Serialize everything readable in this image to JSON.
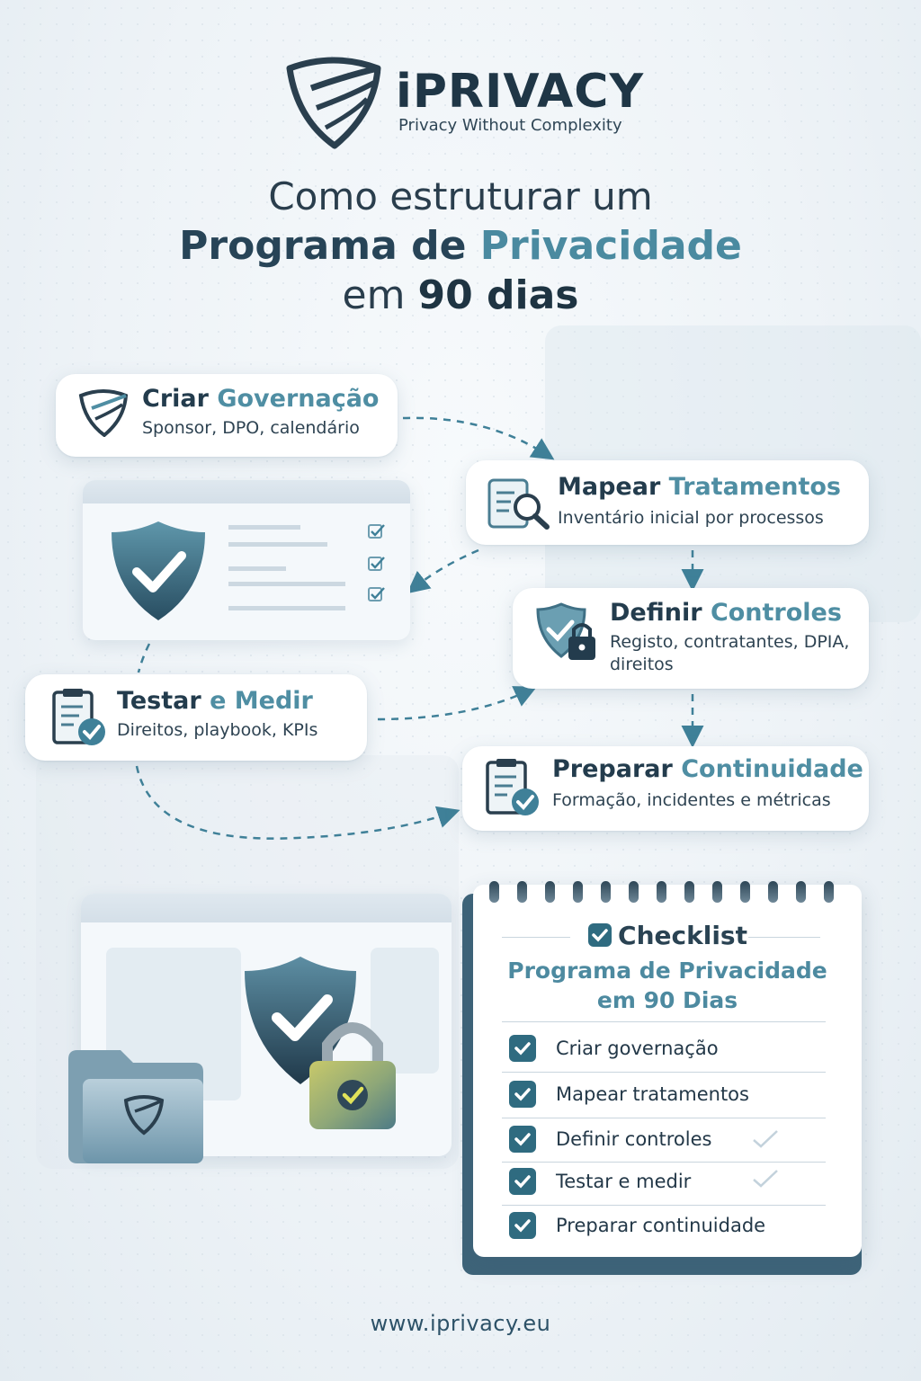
{
  "header": {
    "brand_name": "iPRIVACY",
    "tagline": "Privacy Without Complexity"
  },
  "title": {
    "line1": "Como estruturar um",
    "line2_dark": "Programa de",
    "line2_light": "Privacidade",
    "line3_prefix": "em",
    "line3_bold": "90 dias"
  },
  "steps": [
    {
      "title_dark": "Criar",
      "title_light": "Governação",
      "subtitle": "Sponsor, DPO, calendário",
      "icon": "shield-icon"
    },
    {
      "title_dark": "Mapear",
      "title_light": "Tratamentos",
      "subtitle": "Inventário inicial por processos",
      "icon": "document-search-icon"
    },
    {
      "title_dark": "Definir",
      "title_light": "Controles",
      "subtitle": "Registo, contratantes, DPIA, direitos",
      "icon": "shield-lock-icon"
    },
    {
      "title_dark": "Testar",
      "title_light": "e Medir",
      "subtitle": "Direitos, playbook, KPIs",
      "icon": "clipboard-check-icon"
    },
    {
      "title_dark": "Preparar",
      "title_light": "Continuidade",
      "subtitle": "Formação, incidentes e métricas",
      "icon": "clipboard-check-icon"
    }
  ],
  "checklist": {
    "heading": "Checklist",
    "title_line1": "Programa de Privacidade",
    "title_line2": "em 90 Dias",
    "items": [
      "Criar governação",
      "Mapear tratamentos",
      "Definir controles",
      "Testar e medir",
      "Preparar continuidade"
    ]
  },
  "footer": {
    "url": "www.iprivacy.eu"
  },
  "colors": {
    "dark_navy": "#233c4d",
    "teal_accent": "#4f8ea3",
    "check_fill": "#2f6b80",
    "background": "#eef3f7"
  }
}
